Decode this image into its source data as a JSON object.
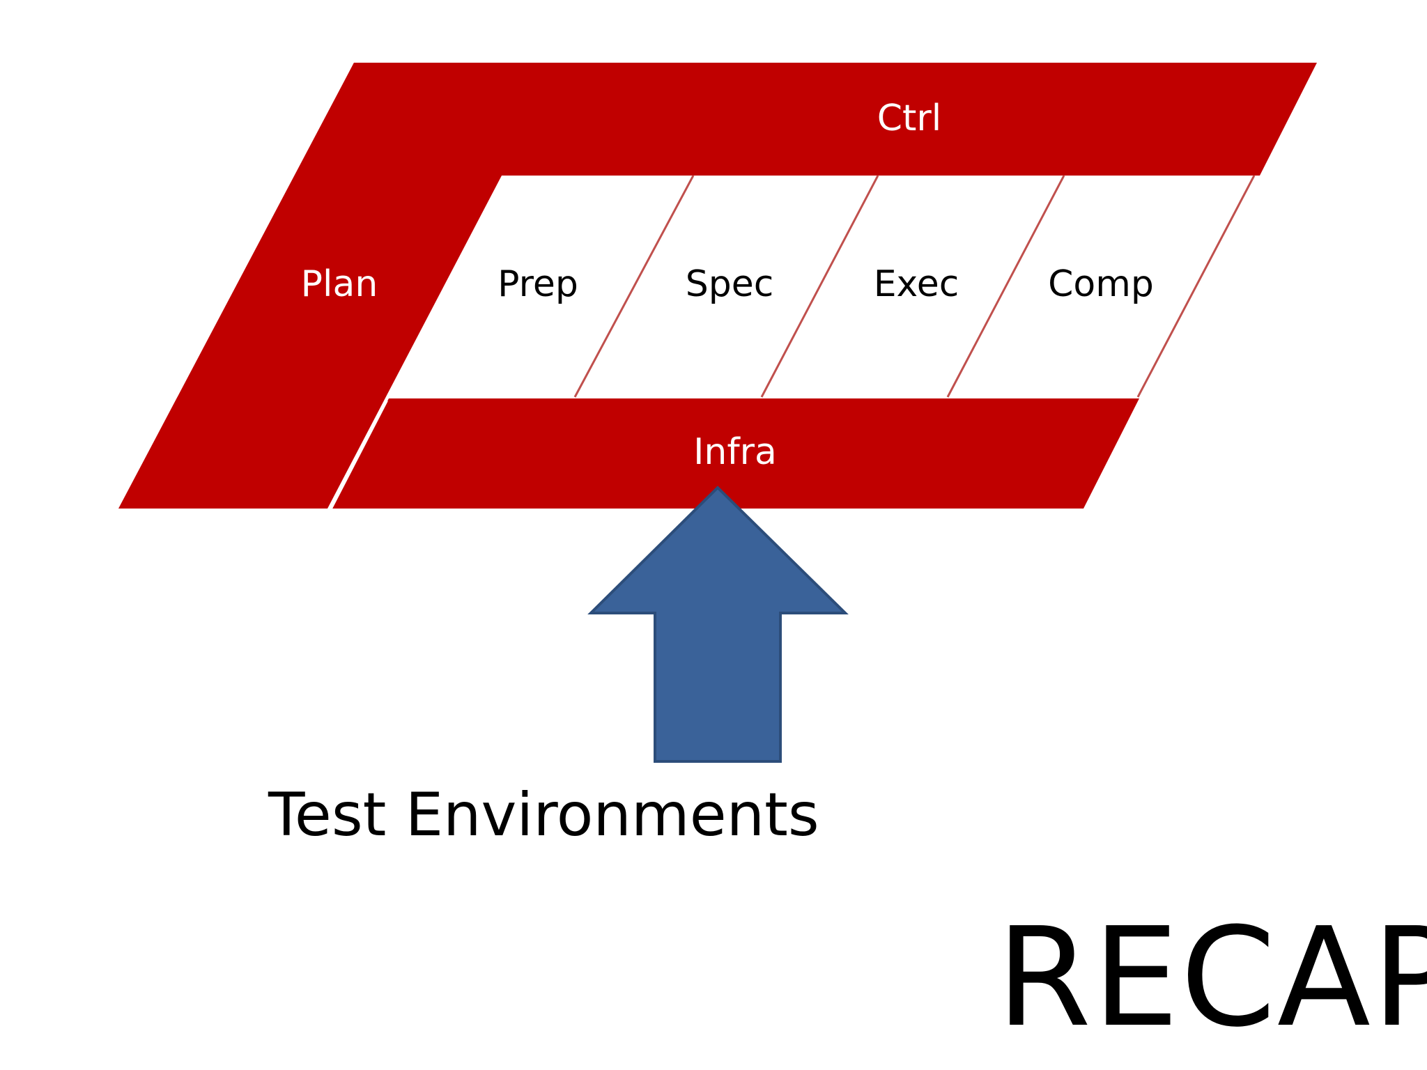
{
  "diagram": {
    "ctrl": "Ctrl",
    "plan": "Plan",
    "phases": [
      "Prep",
      "Spec",
      "Exec",
      "Comp"
    ],
    "infra": "Infra"
  },
  "caption": "Test Environments",
  "recap": "RECAP",
  "colors": {
    "block_red": "#c00000",
    "divider": "#c0504d",
    "arrow_blue": "#3a6299"
  },
  "icons": {
    "arrow": "up-arrow-icon"
  }
}
